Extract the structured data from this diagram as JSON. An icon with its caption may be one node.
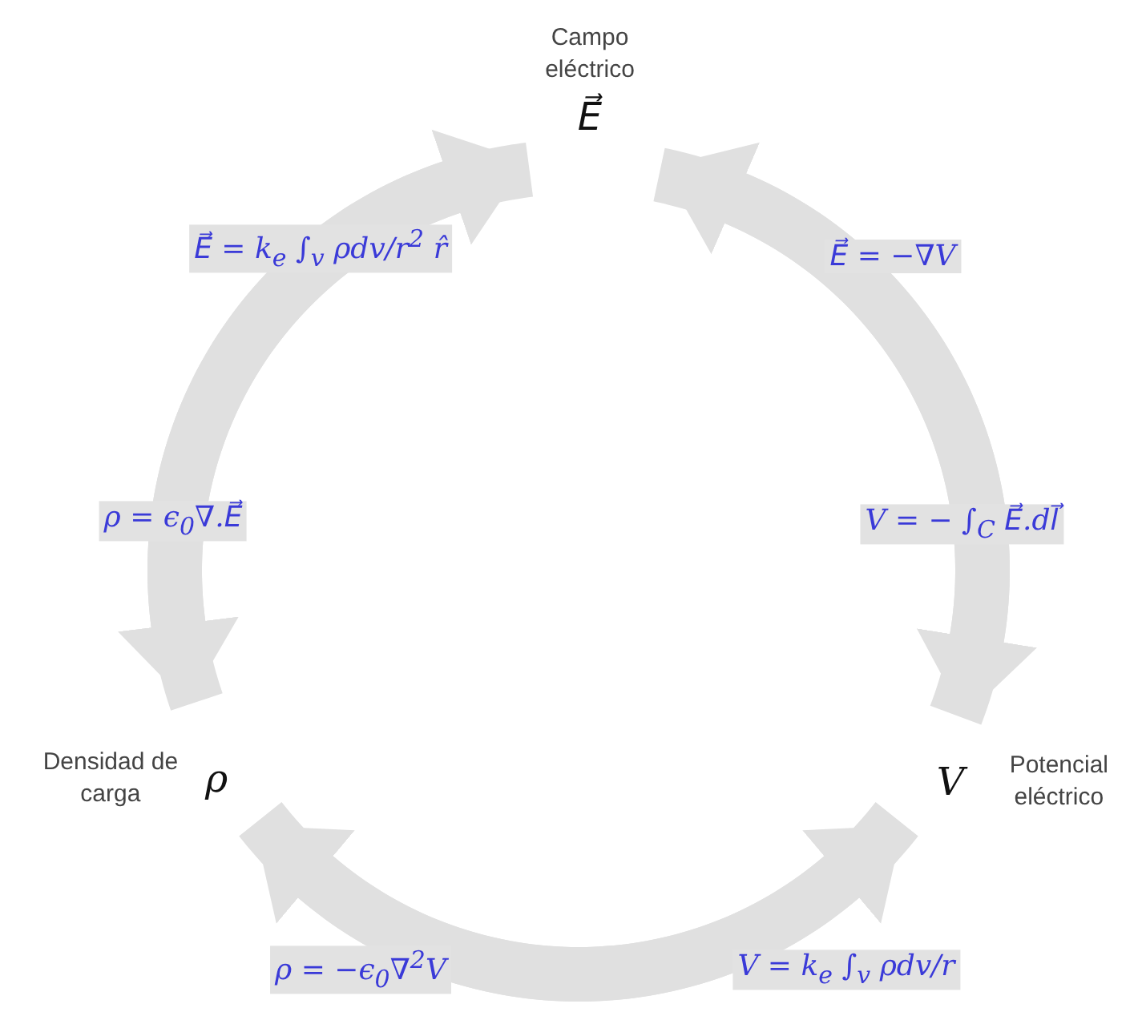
{
  "diagram": {
    "nodes": [
      {
        "text": [
          "Campo eléctrico",
          "E⃗"
        ]
      },
      {
        "text": [
          "V",
          "Potencial eléctrico"
        ]
      },
      {
        "text": [
          "Densidad de carga",
          "ρ"
        ]
      }
    ],
    "edges": [
      {
        "from": 2,
        "to": 0,
        "arrow": "to",
        "label": "E⃗ = k$_{e}$ ∫$_{v}$ ρdv/r$^{2}$ r̂"
      },
      {
        "from": 0,
        "to": 2,
        "arrow": "to",
        "label": "ρ = ϵ$_{0}$∇.E⃗"
      },
      {
        "from": 1,
        "to": 0,
        "arrow": "to",
        "label": "E⃗ = −∇V"
      },
      {
        "from": 0,
        "to": 1,
        "arrow": "to",
        "label": "V = − ∫$_{C}$ E⃗.dl⃗"
      },
      {
        "from": 1,
        "to": 2,
        "arrow": "to",
        "label": "ρ = −ϵ$_{0}$∇$^{2}$V"
      },
      {
        "from": 2,
        "to": 1,
        "arrow": "to",
        "label": "V = k$_{e}$ ∫$_{v}$ ρdv/r"
      }
    ]
  }
}
